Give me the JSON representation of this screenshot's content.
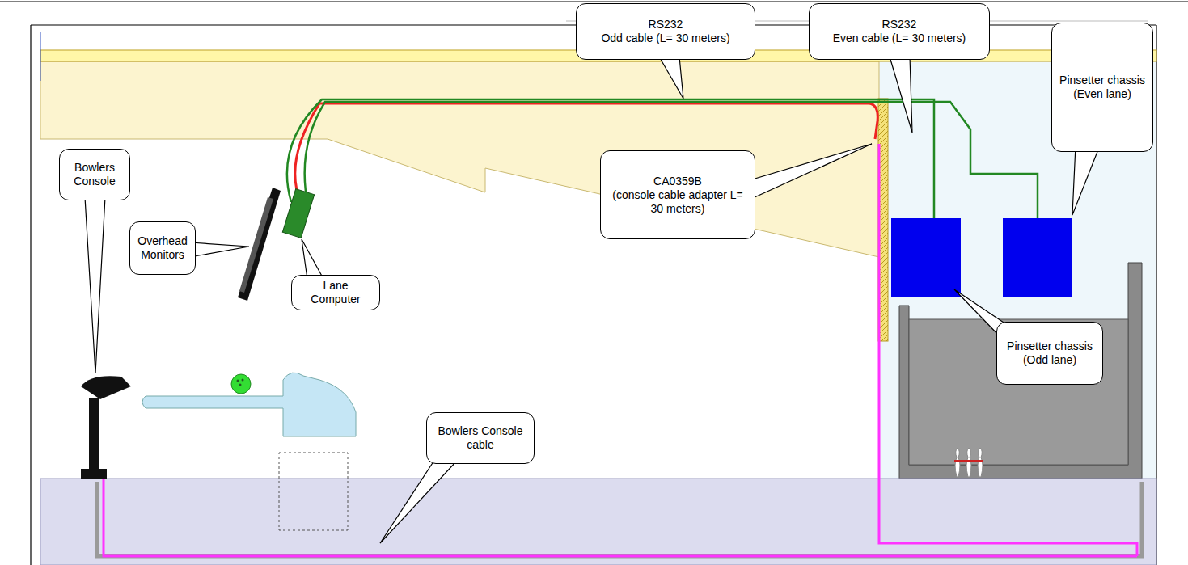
{
  "diagram": {
    "nodes": [
      {
        "text": [
          "RS232",
          "Odd cable (L= 30 meters)"
        ]
      },
      {
        "text": [
          "RS232",
          "Even cable (L= 30 meters)"
        ]
      },
      {
        "text": [
          "Pinsetter chassis (Even lane)"
        ]
      },
      {
        "text": [
          "CA0359B",
          "(console cable adapter L= 30 meters)"
        ]
      },
      {
        "text": [
          "Overhead Monitors"
        ]
      },
      {
        "text": [
          "Lane Computer"
        ]
      },
      {
        "text": [
          "Bowlers Console"
        ]
      },
      {
        "text": [
          "Pinsetter chassis (Odd lane)"
        ]
      },
      {
        "text": [
          "Bowlers Console cable"
        ]
      }
    ]
  }
}
